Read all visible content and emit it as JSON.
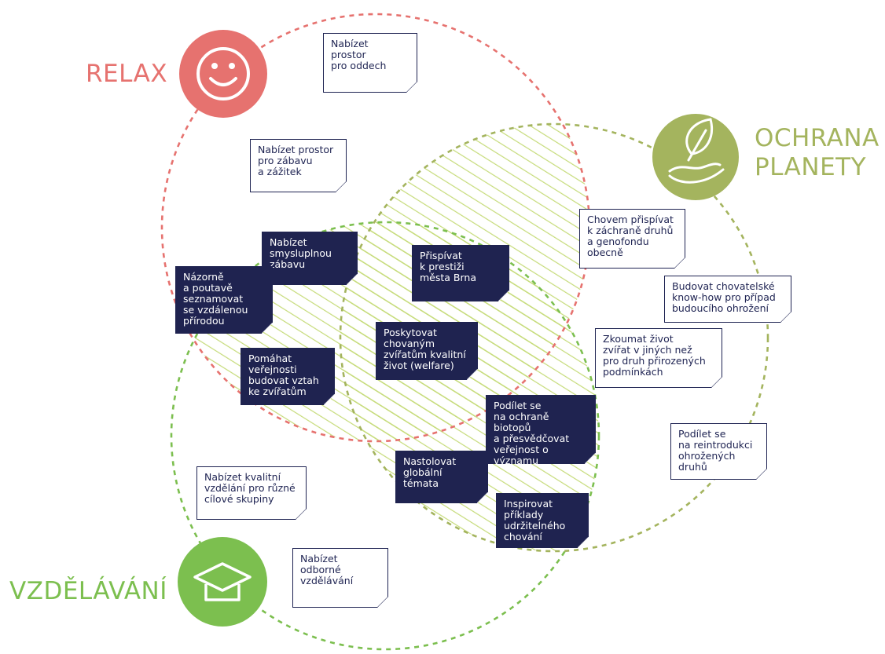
{
  "colors": {
    "relax": "#e6726f",
    "ochrana": "#a4b45e",
    "vzdelavani": "#7cbf4f",
    "note_dark": "#1f2350",
    "note_ink": "#1e2352",
    "hatch": "#c6db7a"
  },
  "categories": {
    "relax": {
      "label": "RELAX",
      "icon": "smiley-face-icon"
    },
    "ochrana": {
      "label": "OCHRANA\nPLANETY",
      "icon": "leaf-in-hand-icon"
    },
    "vzdelavani": {
      "label": "VZDĚLÁVÁNÍ",
      "icon": "graduation-cap-icon"
    }
  },
  "notes": {
    "prostor_oddech": "Nabízet\nprostor\npro oddech",
    "prostor_zabava": "Nabízet prostor\npro zábavu\na zážitek",
    "smysluplna_zabava": "Nabízet\nsmysluplnou\nzábavu",
    "nazorne": "Názorně\na poutavě\nseznamovat\nse vzdálenou\npřírodou",
    "pomahat": "Pomáhat\nveřejnosti\nbudovat vztah\nke zvířatům",
    "prestiz": "Přispívat\nk prestiži\nměsta Brna",
    "welfare": "Poskytovat\nchovaným\nzvířatům kvalitní\nživot (welfare)",
    "chovem": "Chovem přispívat\nk záchraně druhů\na genofondu\nobecně",
    "know_how": "Budovat chovatelské\nknow-how pro případ\nbudoucího ohrožení",
    "zkoumat": "Zkoumat život\nzvířat v jiných než\npro druh přirozených\npodmínkách",
    "biotopy": "Podílet se\nna ochraně biotopů\na přesvědčovat\nveřejnost o významu\ntéto ochrany",
    "globalni": "Nastolovat\nglobální témata",
    "reintrodukce": "Podílet se\nna reintrodukci\nohrožených\ndruhů",
    "kvalitni_vzdelani": "Nabízet kvalitní\nvzdělání pro různé\ncílové skupiny",
    "inspirovat": "Inspirovat\npříklady\nudržitelného\nchování",
    "odborne": "Nabízet\nodborné\nvzdělávání"
  }
}
